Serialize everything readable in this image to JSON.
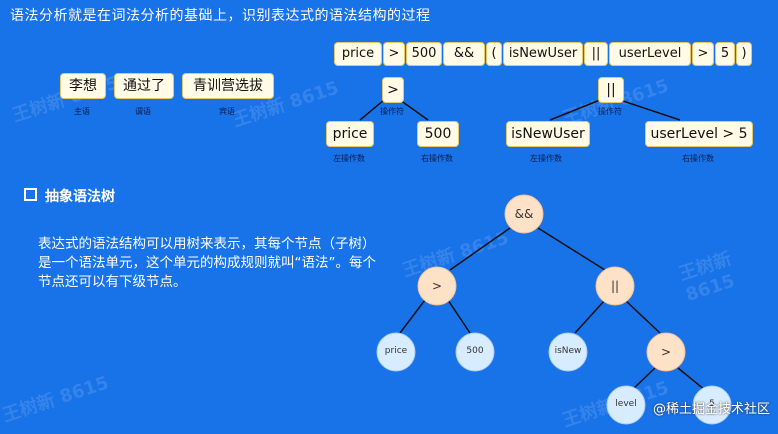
{
  "title": "语法分析就是在词法分析的基础上，识别表达式的语法结构的过程",
  "expression_tokens": [
    "price",
    ">",
    "500",
    "&&",
    "(",
    "isNewUser",
    "||",
    "userLevel",
    ">",
    "5",
    ")"
  ],
  "sentence": {
    "words": [
      "李想",
      "通过了",
      "青训营选拔"
    ],
    "captions": [
      "主语",
      "谓语",
      "宾语"
    ]
  },
  "small_tree_left": {
    "op": ">",
    "op_caption": "操作符",
    "left": "price",
    "left_caption": "左操作数",
    "right": "500",
    "right_caption": "右操作数"
  },
  "small_tree_right": {
    "op": "||",
    "op_caption": "操作符",
    "left": "isNewUser",
    "left_caption": "左操作数",
    "right": "userLevel > 5",
    "right_caption": "右操作数"
  },
  "section": {
    "title": "抽象语法树"
  },
  "paragraph": "表达式的语法结构可以用树来表示，其每个节点（子树）是一个语法单元，这个单元的构成规则就叫“语法”。每个节点还可以有下级节点。",
  "ast": {
    "root": "&&",
    "gt1": ">",
    "or": "||",
    "price": "price",
    "n500": "500",
    "isNew": "isNew",
    "gt2": ">",
    "level": "level",
    "n5": "5"
  },
  "watermark": "王树新 8615",
  "footer": "@稀土掘金技术社区",
  "colors": {
    "background": "#1872e8",
    "operator_node": "#fde2c8",
    "leaf_node": "#d8ecff",
    "box": "#fffbe6"
  }
}
